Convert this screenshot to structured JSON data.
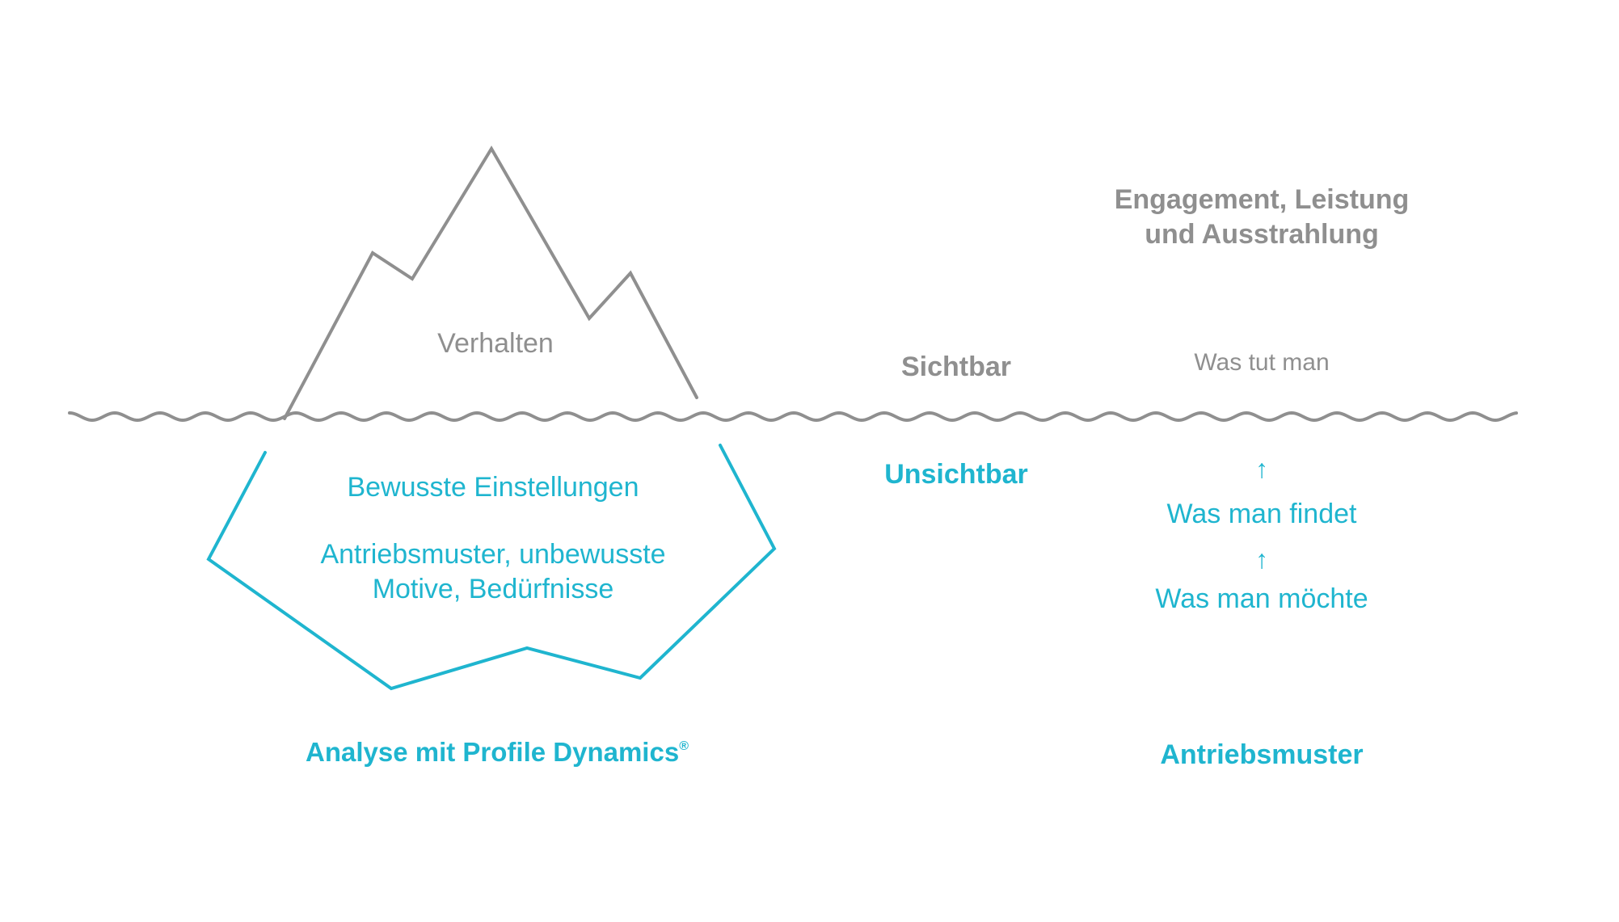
{
  "colors": {
    "gray": "#8f8f8f",
    "teal": "#1fb5cf"
  },
  "iceberg": {
    "above_label": "Verhalten",
    "below_line1": "Bewusste Einstellungen",
    "below_line2a": "Antriebsmuster, unbewusste",
    "below_line2b": "Motive, Bedürfnisse"
  },
  "labels": {
    "visible": "Sichtbar",
    "invisible": "Unsichtbar",
    "result_line1": "Engagement, Leistung",
    "result_line2": "und Ausstrahlung",
    "what_one_does": "Was tut man",
    "arrow": "↑",
    "what_one_finds": "Was man findet",
    "what_one_wants": "Was man möchte",
    "analysis": "Analyse mit Profile Dynamics",
    "registered_mark": "®",
    "drive_patterns": "Antriebsmuster"
  }
}
